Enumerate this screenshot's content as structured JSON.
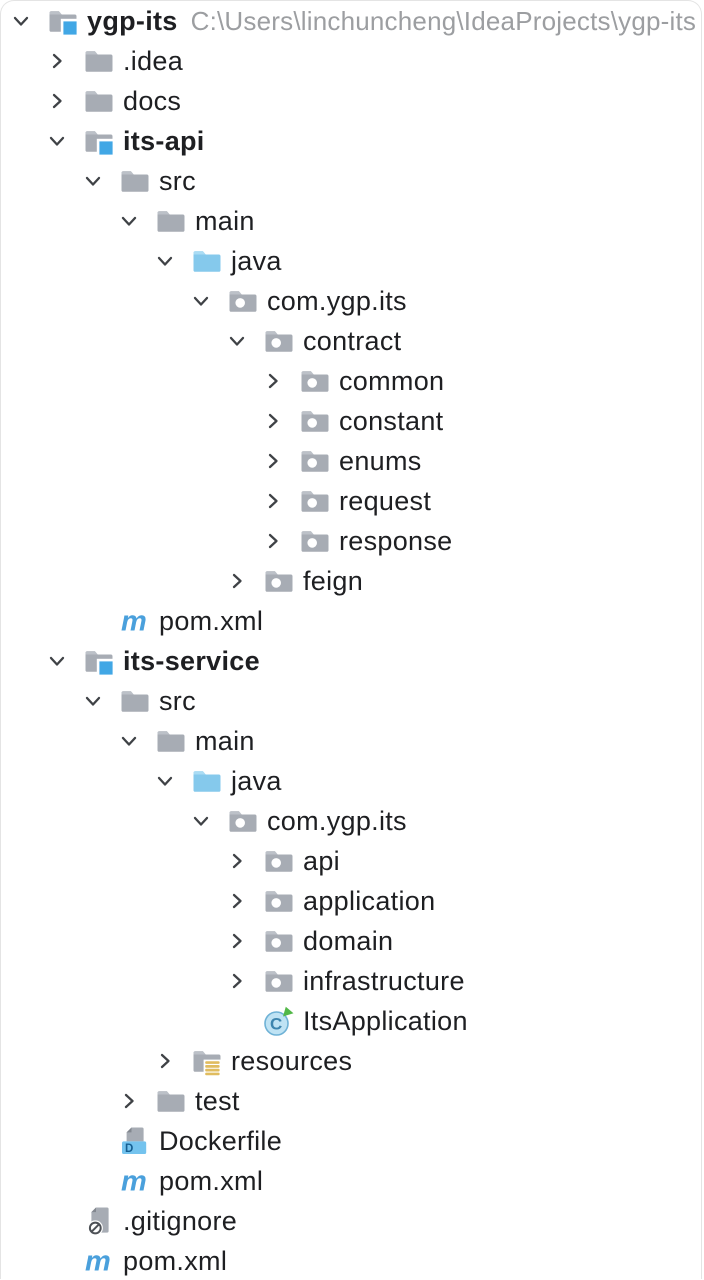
{
  "project_tree": {
    "root_label": "ygp-its",
    "root_path": "C:\\Users\\linchuncheng\\IdeaProjects\\ygp-its",
    "rows": [
      {
        "label": "ygp-its",
        "suffix": "C:\\Users\\linchuncheng\\IdeaProjects\\ygp-its",
        "level": 0,
        "icon": "module-folder",
        "chevron": "expanded",
        "bold": true
      },
      {
        "label": ".idea",
        "level": 1,
        "icon": "folder",
        "chevron": "collapsed",
        "bold": false
      },
      {
        "label": "docs",
        "level": 1,
        "icon": "folder",
        "chevron": "collapsed",
        "bold": false
      },
      {
        "label": "its-api",
        "level": 1,
        "icon": "module-folder",
        "chevron": "expanded",
        "bold": true
      },
      {
        "label": "src",
        "level": 2,
        "icon": "folder",
        "chevron": "expanded",
        "bold": false
      },
      {
        "label": "main",
        "level": 3,
        "icon": "folder",
        "chevron": "expanded",
        "bold": false
      },
      {
        "label": "java",
        "level": 4,
        "icon": "source-folder",
        "chevron": "expanded",
        "bold": false
      },
      {
        "label": "com.ygp.its",
        "level": 5,
        "icon": "package",
        "chevron": "expanded",
        "bold": false
      },
      {
        "label": "contract",
        "level": 6,
        "icon": "package",
        "chevron": "expanded",
        "bold": false
      },
      {
        "label": "common",
        "level": 7,
        "icon": "package",
        "chevron": "collapsed",
        "bold": false
      },
      {
        "label": "constant",
        "level": 7,
        "icon": "package",
        "chevron": "collapsed",
        "bold": false
      },
      {
        "label": "enums",
        "level": 7,
        "icon": "package",
        "chevron": "collapsed",
        "bold": false
      },
      {
        "label": "request",
        "level": 7,
        "icon": "package",
        "chevron": "collapsed",
        "bold": false
      },
      {
        "label": "response",
        "level": 7,
        "icon": "package",
        "chevron": "collapsed",
        "bold": false
      },
      {
        "label": "feign",
        "level": 6,
        "icon": "package",
        "chevron": "collapsed",
        "bold": false
      },
      {
        "label": "pom.xml",
        "level": 2,
        "icon": "maven",
        "chevron": "none",
        "bold": false
      },
      {
        "label": "its-service",
        "level": 1,
        "icon": "module-folder",
        "chevron": "expanded",
        "bold": true
      },
      {
        "label": "src",
        "level": 2,
        "icon": "folder",
        "chevron": "expanded",
        "bold": false
      },
      {
        "label": "main",
        "level": 3,
        "icon": "folder",
        "chevron": "expanded",
        "bold": false
      },
      {
        "label": "java",
        "level": 4,
        "icon": "source-folder",
        "chevron": "expanded",
        "bold": false
      },
      {
        "label": "com.ygp.its",
        "level": 5,
        "icon": "package",
        "chevron": "expanded",
        "bold": false
      },
      {
        "label": "api",
        "level": 6,
        "icon": "package",
        "chevron": "collapsed",
        "bold": false
      },
      {
        "label": "application",
        "level": 6,
        "icon": "package",
        "chevron": "collapsed",
        "bold": false
      },
      {
        "label": "domain",
        "level": 6,
        "icon": "package",
        "chevron": "collapsed",
        "bold": false
      },
      {
        "label": "infrastructure",
        "level": 6,
        "icon": "package",
        "chevron": "collapsed",
        "bold": false
      },
      {
        "label": "ItsApplication",
        "level": 6,
        "icon": "runnable-class",
        "chevron": "none",
        "bold": false
      },
      {
        "label": "resources",
        "level": 4,
        "icon": "resources-folder",
        "chevron": "collapsed",
        "bold": false
      },
      {
        "label": "test",
        "level": 3,
        "icon": "folder",
        "chevron": "collapsed",
        "bold": false
      },
      {
        "label": "Dockerfile",
        "level": 2,
        "icon": "dockerfile",
        "chevron": "none",
        "bold": false
      },
      {
        "label": "pom.xml",
        "level": 2,
        "icon": "maven",
        "chevron": "none",
        "bold": false
      },
      {
        "label": ".gitignore",
        "level": 1,
        "icon": "gitignore",
        "chevron": "none",
        "bold": false
      },
      {
        "label": "pom.xml",
        "level": 1,
        "icon": "maven",
        "chevron": "none",
        "bold": false
      }
    ]
  },
  "colors": {
    "background": "#ffffff",
    "text": "#1e1f22",
    "path_text": "#9c9ea1",
    "chevron": "#3f4246",
    "folder_body": "#a7acb4",
    "folder_tab": "#bcc1c8",
    "source_folder_body": "#85c9ec",
    "source_folder_tab": "#aadcf4",
    "module_badge_blue": "#41a7e5",
    "package_dot": "#ffffff",
    "resources_gold": "#e0bc5f",
    "maven_blue": "#4aa0dc",
    "file_body": "#a7acb4",
    "file_fold": "#82878f",
    "docker_label_blue": "#74c3ee",
    "docker_letter_blue": "#155f92",
    "gitignore_slash": "#4d5156",
    "class_circle_fill": "#bfe3f4",
    "class_circle_stroke": "#6fb2d6",
    "class_letter": "#3d85ae",
    "run_arrow_green": "#52b848"
  }
}
